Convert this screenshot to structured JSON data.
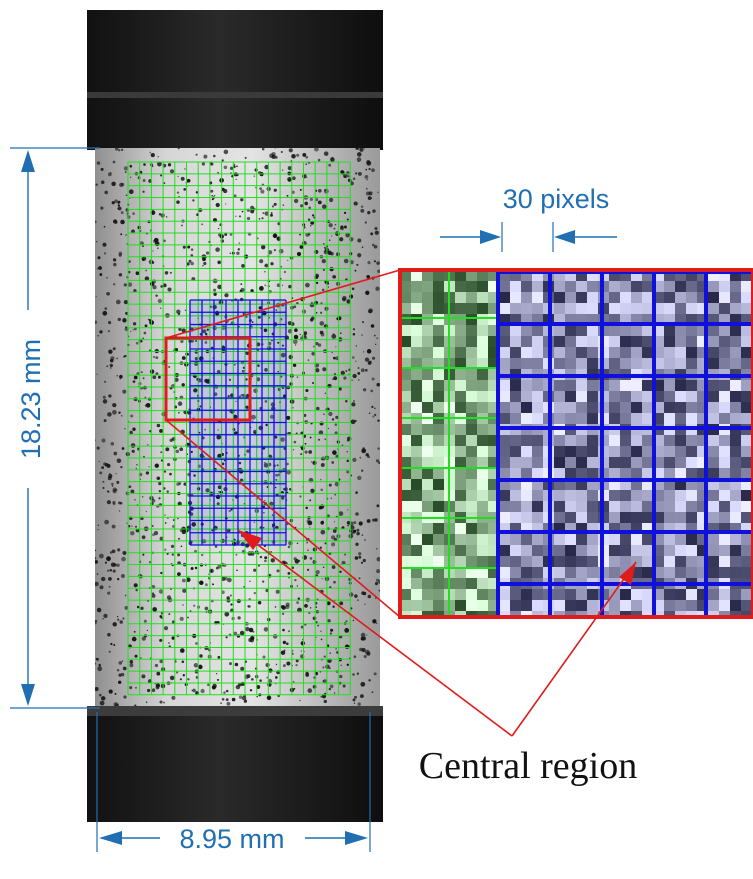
{
  "labels": {
    "height": "18.23 mm",
    "width": "8.95 mm",
    "step": "30 pixels",
    "region": "Central region"
  },
  "colors": {
    "dimension": "#1f6fb2",
    "outer_grid": "#22dd22",
    "central_grid": "#1010dd",
    "highlight": "#e01b1b"
  }
}
